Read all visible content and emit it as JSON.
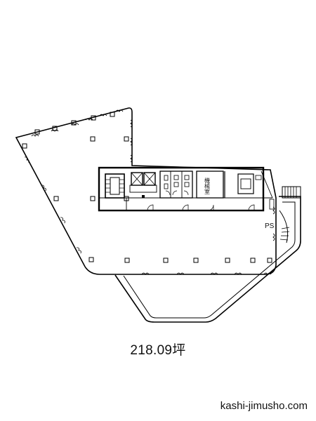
{
  "floor_plan": {
    "room_machine": "機械室",
    "pipe_shaft": "PS"
  },
  "area_label": "218.09坪",
  "site_label": "kashi-jimusho.com"
}
